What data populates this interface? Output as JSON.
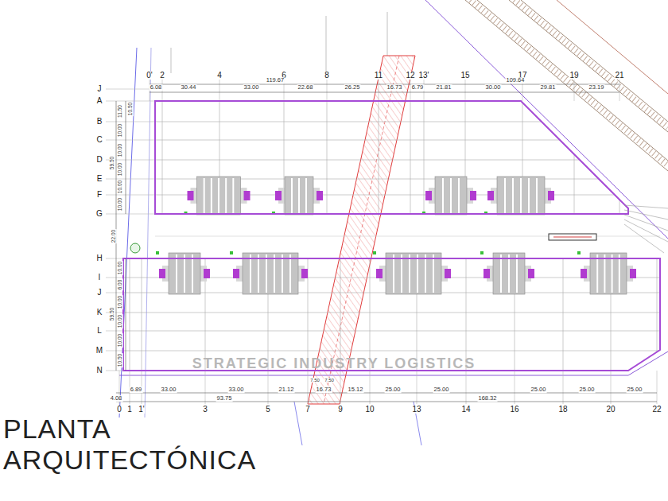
{
  "diagram": {
    "title": "PLANTA ARQUITECTÓNICA",
    "labels": [
      "0'",
      "2",
      "4",
      "6",
      "8",
      "11",
      "12",
      "13'",
      "15",
      "17",
      "19",
      "21",
      "6.08",
      "30.44",
      "33.00",
      "22.68",
      "26.25",
      "16.73",
      "6.79",
      "21.81",
      "30.00",
      "29.81",
      "23.19",
      "119.67",
      "109.64",
      "J",
      "A",
      "B",
      "C",
      "D",
      "E",
      "F",
      "G",
      "H",
      "I",
      "J",
      "K",
      "L",
      "M",
      "N",
      "11.50",
      "10.00",
      "10.00",
      "10.00",
      "10.00",
      "10.00",
      "10.50",
      "59.50",
      "22.00",
      "10.00",
      "6.00",
      "10.00",
      "10.00",
      "10.00",
      "10.50",
      "59.50",
      "0",
      "1",
      "1'",
      "3",
      "5",
      "7",
      "9",
      "10",
      "13",
      "14",
      "16",
      "18",
      "20",
      "22",
      "4.08",
      "6.89",
      "33.00",
      "33.00",
      "21.12",
      "16.73",
      "15.12",
      "25.00",
      "25.00",
      "25.00",
      "25.00",
      "25.00",
      "93.75",
      "168.32",
      "7.50",
      "7.50",
      "STRATEGIC INDUSTRY LOGISTICS"
    ]
  }
}
